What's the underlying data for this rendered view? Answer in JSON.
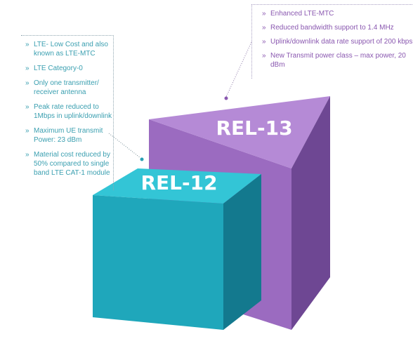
{
  "rel12": {
    "label": "REL-12",
    "color_front": "#1fa7bb",
    "color_top": "#33c5d6",
    "color_side": "#13798e",
    "features": [
      "LTE- Low Cost and also known as LTE-MTC",
      "LTE Category-0",
      "Only one transmitter/ receiver antenna",
      "Peak rate reduced to 1Mbps in uplink/downlink",
      "Maximum UE transmit Power: 23 dBm",
      "Material cost reduced by 50% compared to single band LTE CAT-1 module"
    ]
  },
  "rel13": {
    "label": "REL-13",
    "color_front": "#9b6bc0",
    "color_top": "#b58ad6",
    "color_side": "#6e4793",
    "features": [
      "Enhanced LTE-MTC",
      "Reduced bandwidth support to 1.4 MHz",
      "Uplink/downlink data rate support of 200 kbps",
      "New Transmit power class – max power, 20 dBm"
    ]
  }
}
